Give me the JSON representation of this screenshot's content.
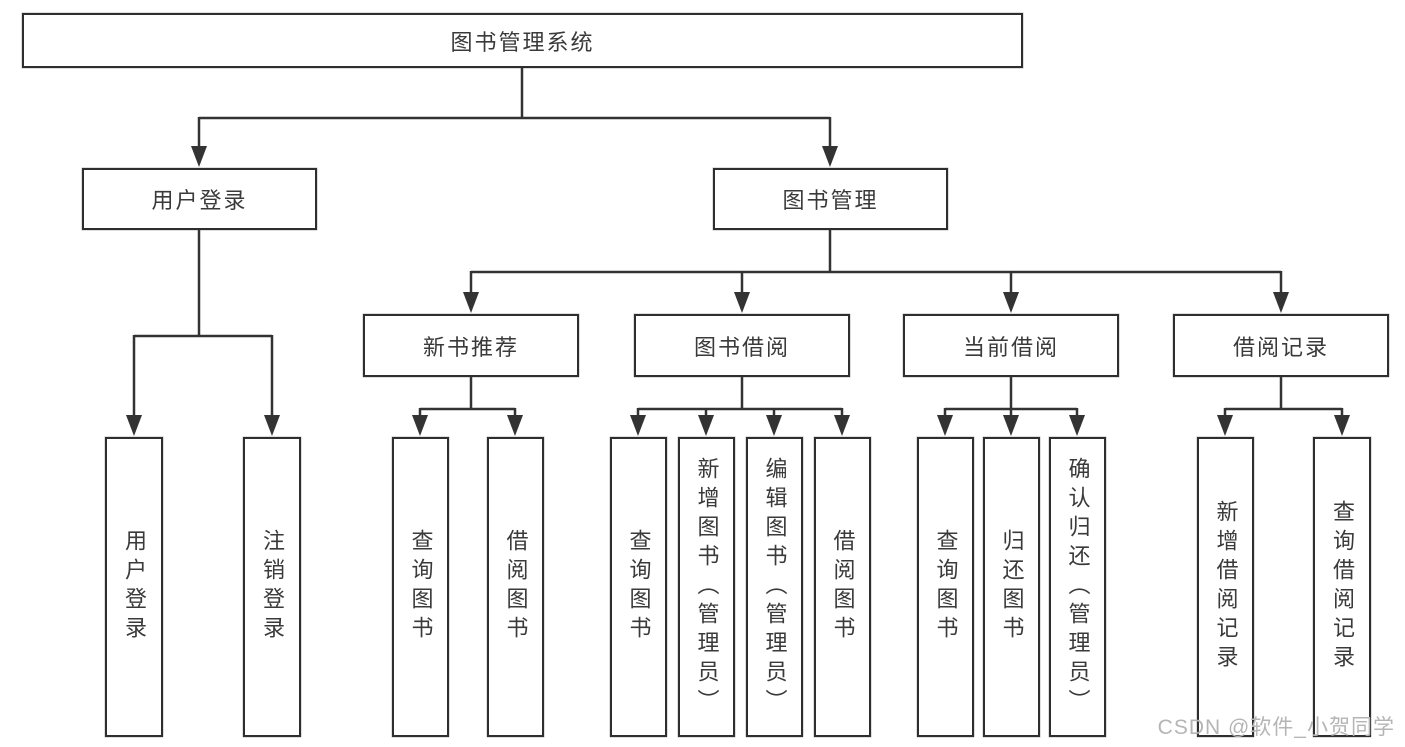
{
  "diagram": {
    "root": {
      "label": "图书管理系统"
    },
    "level2": [
      {
        "id": "user-login",
        "label": "用户登录"
      },
      {
        "id": "book-management",
        "label": "图书管理"
      }
    ],
    "level3": [
      {
        "id": "new-book-recommend",
        "label": "新书推荐"
      },
      {
        "id": "book-borrow",
        "label": "图书借阅"
      },
      {
        "id": "current-borrow",
        "label": "当前借阅"
      },
      {
        "id": "borrow-records",
        "label": "借阅记录"
      }
    ],
    "leaves": {
      "user_login": [
        "用户登录",
        "注销登录"
      ],
      "new_book_recommend": [
        "查询图书",
        "借阅图书"
      ],
      "book_borrow": [
        "查询图书",
        "新增图书（管理员）",
        "编辑图书（管理员）",
        "借阅图书"
      ],
      "current_borrow": [
        "查询图书",
        "归还图书",
        "确认归还（管理员）"
      ],
      "borrow_records": [
        "新增借阅记录",
        "查询借阅记录"
      ]
    }
  },
  "watermark": {
    "text": "CSDN @软件_小贺同学"
  },
  "colors": {
    "line": "#333333",
    "border": "#2e2e2e",
    "text": "#3a3a3a",
    "background": "#ffffff",
    "watermark": "#b5b5b5"
  }
}
